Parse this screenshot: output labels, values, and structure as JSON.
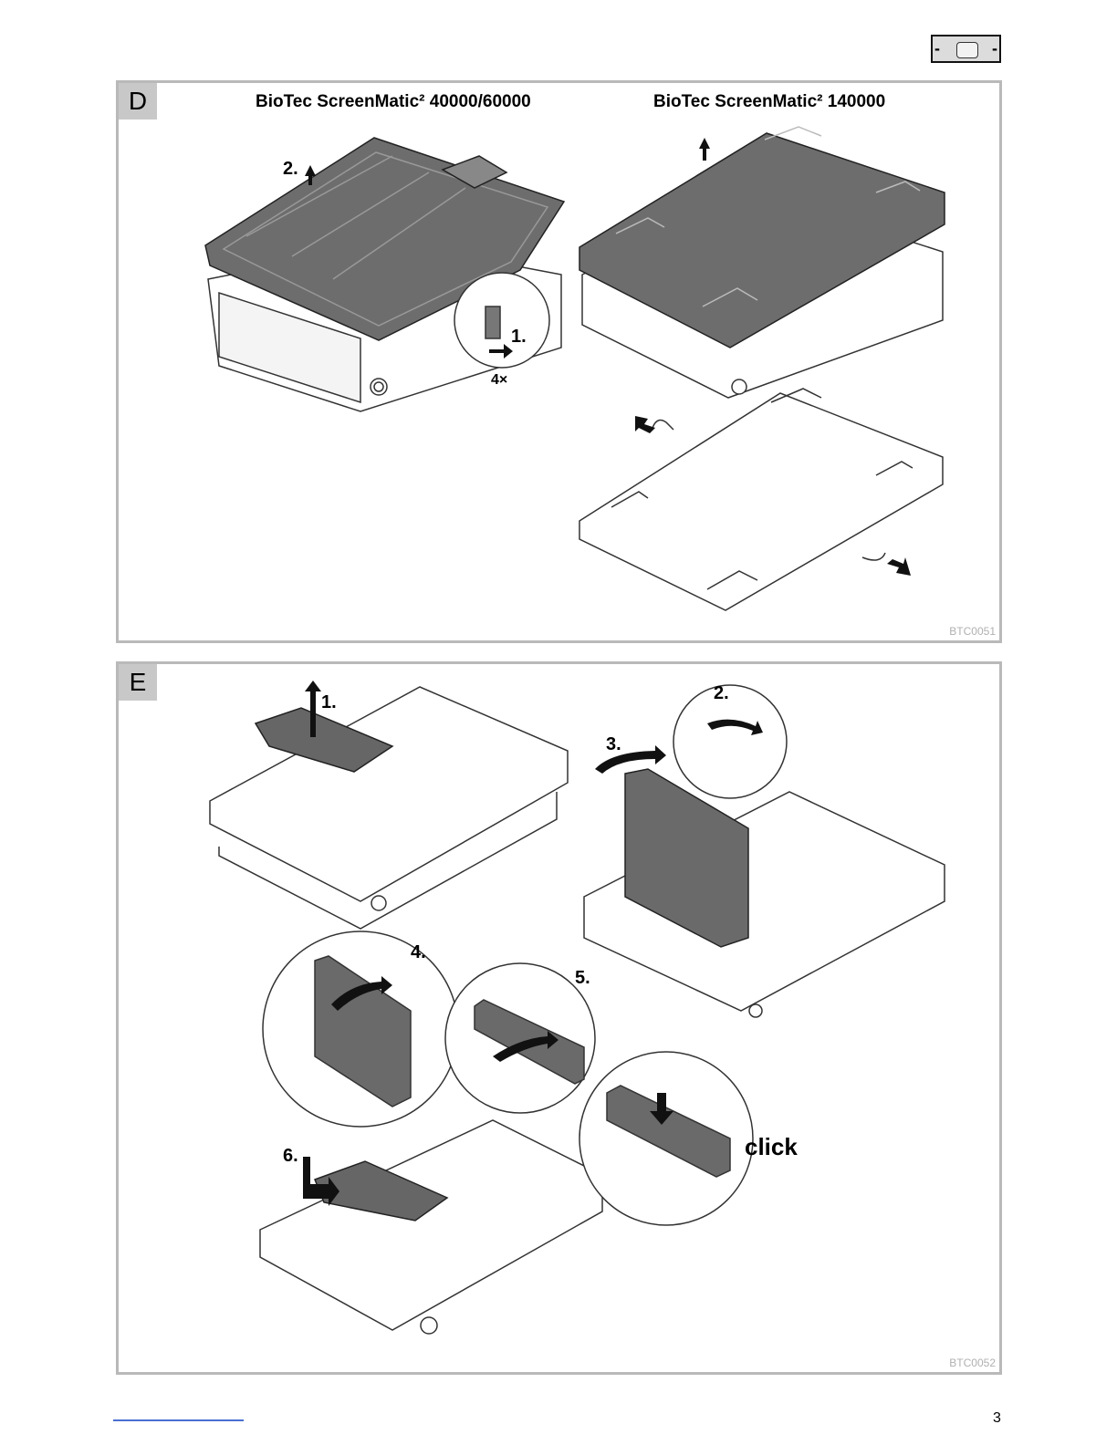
{
  "header": {
    "lang_icon": "language-selector-icon"
  },
  "panel_d": {
    "label": "D",
    "model_left": "BioTec ScreenMatic² 40000/60000",
    "model_right": "BioTec ScreenMatic² 140000",
    "step_1": "1.",
    "step_2": "2.",
    "count": "4×",
    "code": "BTC0051"
  },
  "panel_e": {
    "label": "E",
    "step_1": "1.",
    "step_2": "2.",
    "step_3": "3.",
    "step_4": "4.",
    "step_5": "5.",
    "step_6": "6.",
    "click": "click",
    "code": "BTC0052"
  },
  "footer": {
    "page_number": "3"
  }
}
